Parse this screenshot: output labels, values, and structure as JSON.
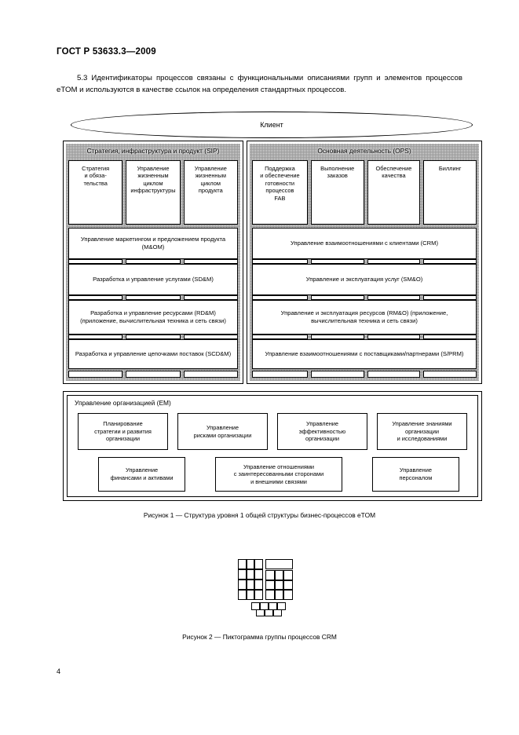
{
  "document": {
    "standard_title": "ГОСТ Р 53633.3—2009",
    "page_number": "4",
    "paragraph": "5.3  Идентификаторы процессов связаны с функциональными описаниями групп и элементов процессов eTOM и используются в качестве ссылок на определения стандартных процессов."
  },
  "diagram": {
    "customer_label": "Клиент",
    "sip": {
      "title": "Стратегия, инфраструктура и продукт (SIP)",
      "head_boxes": [
        "Стратегия\nи обяза-\nтельства",
        "Управление\nжизненным\nциклом\nинфраструктуры",
        "Управление\nжизненным\nциклом\nпродукта"
      ],
      "bands": [
        "Управление маркетингом и предложением продукта (M&OM)",
        "Разработка и управление услугами (SD&M)",
        "Разработка и управление ресурсами (RD&M) (приложение, вычислительная техника и сеть связи)",
        "Разработка и управление цепочками поставок (SCD&M)"
      ]
    },
    "ops": {
      "title": "Основная деятельность (OPS)",
      "head_boxes": [
        "Поддержка\nи обеспечение\nготовности\nпроцессов\nFAB",
        "Выполнение\nзаказов",
        "Обеспечение\nкачества",
        "Биллинг"
      ],
      "bands": [
        "Управление взаимоотношениями с клиентами (CRM)",
        "Управление и эксплуатация услуг (SM&O)",
        "Управление и эксплуатация ресурсов (RM&O) (приложение, вычислительная техника и сеть связи)",
        "Управление взаимоотношениями с поставщиками/партнерами (S/PRM)"
      ]
    },
    "em": {
      "title": "Управление организацией (EM)",
      "row1": [
        "Планирование\nстратегии и развития\nорганизации",
        "Управление\nрисками организации",
        "Управление\nэффективностью\nорганизации",
        "Управление знаниями\nорганизации\nи исследованиями"
      ],
      "row2": [
        "Управление\nфинансами и активами",
        "Управление отношениями\nс заинтересованными сторонами\nи внешними связями",
        "Управление\nперсоналом"
      ]
    }
  },
  "captions": {
    "figure_1": "Рисунок 1 —  Структура уровня 1 общей структуры бизнес-процессов eTOM",
    "figure_2": "Рисунок 2 —  Пиктограмма группы процессов CRM"
  },
  "pictogram": {
    "left_grid": {
      "cols": 3,
      "rows": 4
    },
    "right_top_bar": {
      "cols": 1,
      "rows": 1
    },
    "right_grid": {
      "cols": 3,
      "rows": 3
    },
    "bottom_row_1": {
      "cols": 4
    },
    "bottom_row_2": {
      "cols": 3
    }
  },
  "colors": {
    "ink": "#000000",
    "panel_fill": "#e8e8e8",
    "stipple": "#9a9a9a",
    "paper": "#ffffff"
  }
}
